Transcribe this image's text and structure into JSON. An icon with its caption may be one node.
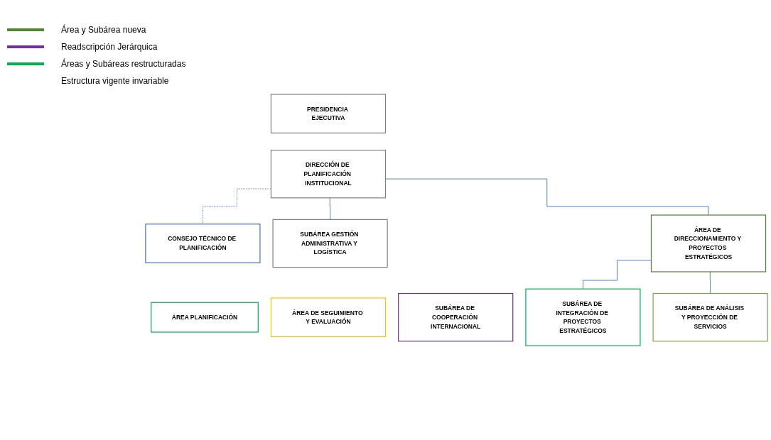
{
  "diagram": {
    "nodes": [
      {
        "text": [
          "PRESIDENCIA EJECUTIVA"
        ]
      },
      {
        "text": [
          "DIRECCIÓN DE PLANIFICACIÓN INSTITUCIONAL"
        ]
      },
      {
        "text": [
          "CONSEJO TÉCNICO DE PLANIFICACIÓN"
        ]
      },
      {
        "text": [
          "SUBÁREA GESTIÓN ADMINISTRATIVA Y LOGÍSTICA"
        ]
      },
      {
        "text": [
          "ÁREA DE DIRECCIONAMIENTO Y PROYECTOS ESTRATÉGICOS"
        ]
      },
      {
        "text": [
          "ÁREA PLANIFICACIÓN"
        ]
      },
      {
        "text": [
          "ÁREA DE SEGUIMIENTO Y EVALUACIÓN"
        ]
      },
      {
        "text": [
          "SUBÁREA DE INTEGRACIÓN DE PROYECTOS ESTRATÉGICOS"
        ]
      },
      {
        "text": [
          "SUBÁREA DE ANÁLISIS Y PROYECCIÓN DE SERVICIOS"
        ]
      },
      {
        "text": [
          "SUBÁREA DE COOPERACIÓN INTERNACIONAL"
        ]
      }
    ],
    "edges": [
      {
        "from": 1,
        "to": 2,
        "arrow": "none",
        "style": "dashed"
      },
      {
        "from": 1,
        "to": 3,
        "arrow": "none"
      },
      {
        "from": 1,
        "to": 4,
        "arrow": "none"
      },
      {
        "from": 4,
        "to": 7,
        "arrow": "none"
      },
      {
        "from": 4,
        "to": 8,
        "arrow": "none"
      }
    ],
    "legend": [
      {
        "text": "Área y Subárea nueva",
        "color": "#548235"
      },
      {
        "text": "Readscripción Jerárquica",
        "color": "#7030a0"
      },
      {
        "text": "Áreas y Subáreas restructuradas",
        "color": "#00b050"
      },
      {
        "text": "Estructura vigente invariable"
      }
    ]
  }
}
